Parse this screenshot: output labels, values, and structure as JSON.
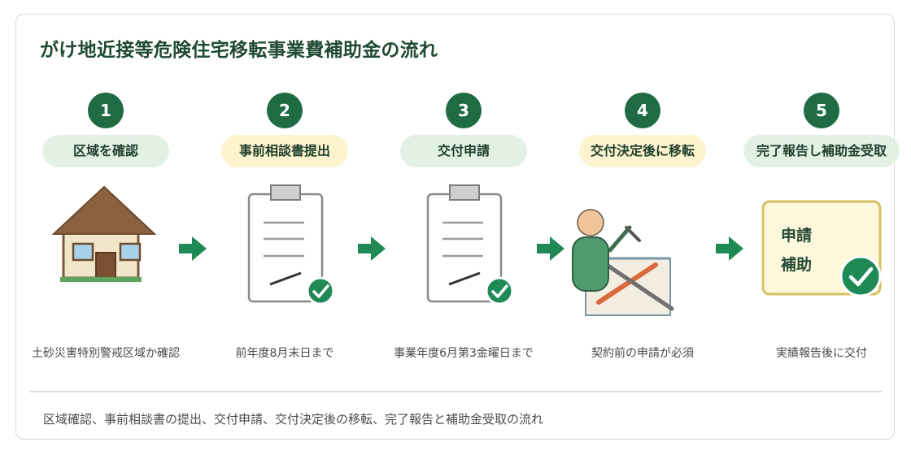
{
  "title": "がけ地近接等危険住宅移転事業費補助金の流れ",
  "colors": {
    "accent_green": "#1f6b43",
    "title_green": "#1f4a33",
    "pill_green": "#e3f1e5",
    "pill_yellow": "#fdf3cf"
  },
  "steps": [
    {
      "number": "1",
      "label": "区域を確認",
      "caption": "土砂災害特別警戒区域か確認",
      "icon": "house-icon"
    },
    {
      "number": "2",
      "label": "事前相談書提出",
      "caption": "前年度8月末日まで",
      "icon": "clipboard-check-icon"
    },
    {
      "number": "3",
      "label": "交付申請",
      "caption": "事業年度6月第3金曜日まで",
      "icon": "clipboard-check-icon"
    },
    {
      "number": "4",
      "label": "交付決定後に移転",
      "caption": "契約前の申請が必須",
      "icon": "relocation-worker-icon"
    },
    {
      "number": "5",
      "label": "完了報告し補助金受取",
      "caption": "実績報告後に交付",
      "icon": "certificate-check-icon",
      "card_lines": [
        "申請",
        "補助"
      ]
    }
  ],
  "summary": "区域確認、事前相談書の提出、交付申請、交付決定後の移転、完了報告と補助金受取の流れ"
}
